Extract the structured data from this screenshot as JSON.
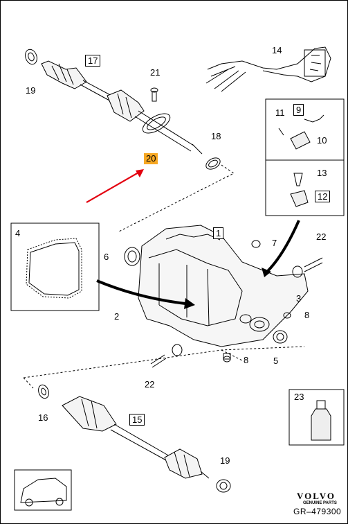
{
  "diagram": {
    "callouts": [
      {
        "id": "17",
        "style": "boxed"
      },
      {
        "id": "19",
        "style": "plain"
      },
      {
        "id": "21",
        "style": "plain"
      },
      {
        "id": "14",
        "style": "plain"
      },
      {
        "id": "18",
        "style": "plain"
      },
      {
        "id": "20",
        "style": "highlight"
      },
      {
        "id": "11",
        "style": "plain"
      },
      {
        "id": "9",
        "style": "boxed"
      },
      {
        "id": "10",
        "style": "plain"
      },
      {
        "id": "13",
        "style": "plain"
      },
      {
        "id": "12",
        "style": "boxed"
      },
      {
        "id": "4",
        "style": "plain"
      },
      {
        "id": "1",
        "style": "boxed"
      },
      {
        "id": "7",
        "style": "plain"
      },
      {
        "id": "22",
        "style": "plain"
      },
      {
        "id": "6",
        "style": "plain"
      },
      {
        "id": "3",
        "style": "plain"
      },
      {
        "id": "2",
        "style": "plain"
      },
      {
        "id": "8",
        "style": "plain"
      },
      {
        "id": "8",
        "style": "plain"
      },
      {
        "id": "5",
        "style": "plain"
      },
      {
        "id": "22",
        "style": "plain"
      },
      {
        "id": "23",
        "style": "plain"
      },
      {
        "id": "16",
        "style": "plain"
      },
      {
        "id": "15",
        "style": "boxed"
      },
      {
        "id": "19",
        "style": "plain"
      }
    ],
    "highlight_color": "#f7a823",
    "arrow_color": "#e3000f"
  },
  "brand": {
    "name": "VOLVO",
    "tagline": "GENUINE PARTS",
    "code": "GR–479300"
  }
}
